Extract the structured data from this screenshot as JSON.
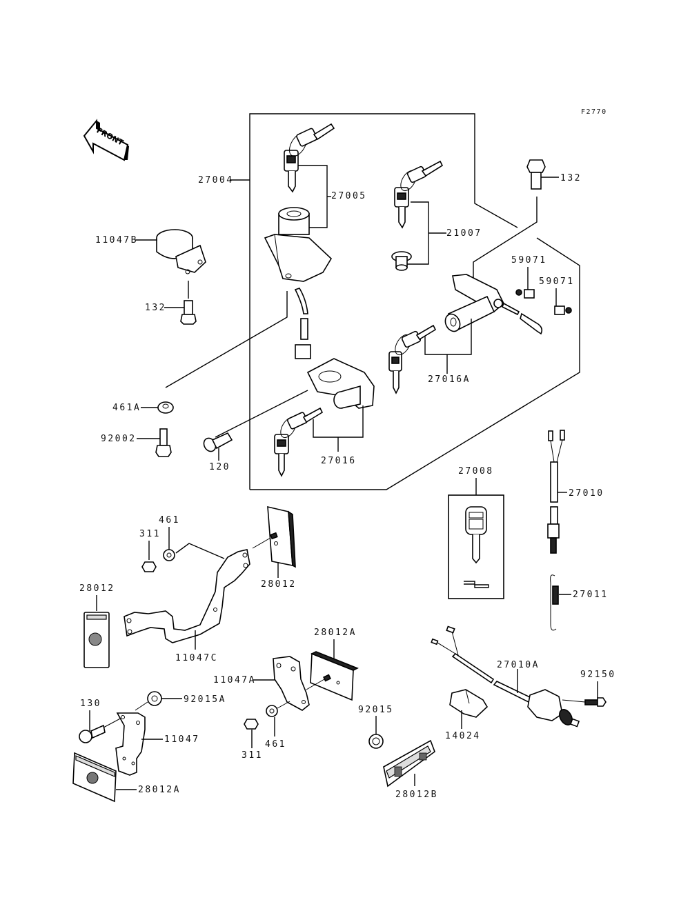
{
  "figure_id": "F2770",
  "front_arrow_label": "FRONT",
  "parts": {
    "p27004": "27004",
    "p27005": "27005",
    "p21007": "21007",
    "p132_top": "132",
    "p11047B": "11047B",
    "p132_left": "132",
    "p59071_a": "59071",
    "p59071_b": "59071",
    "p27016A": "27016A",
    "p461A": "461A",
    "p92002": "92002",
    "p120": "120",
    "p27016": "27016",
    "p27008": "27008",
    "p27010": "27010",
    "p27011": "27011",
    "p461_top": "461",
    "p311_top": "311",
    "p28012_right": "28012",
    "p28012_left": "28012",
    "p11047C": "11047C",
    "p28012A_mid": "28012A",
    "p11047A": "11047A",
    "p27010A": "27010A",
    "p92150": "92150",
    "p130": "130",
    "p92015A": "92015A",
    "p11047": "11047",
    "p92015": "92015",
    "p14024": "14024",
    "p311_bottom": "311",
    "p461_bottom": "461",
    "p28012A_bottom": "28012A",
    "p28012B": "28012B"
  }
}
